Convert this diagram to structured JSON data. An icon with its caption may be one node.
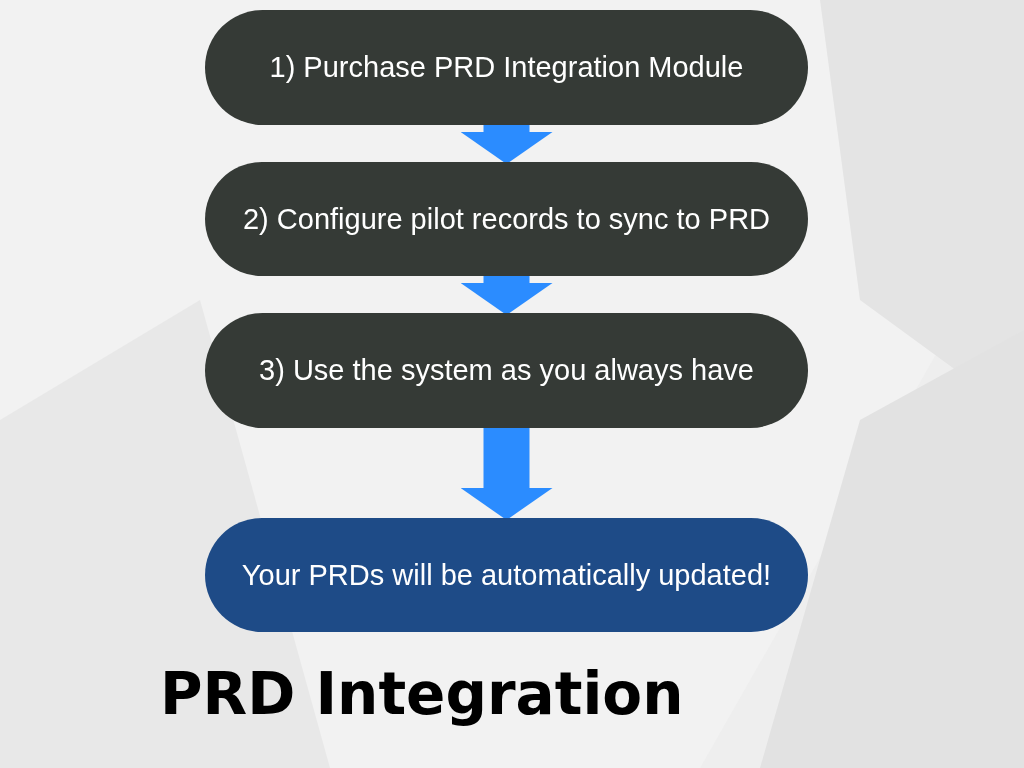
{
  "diagram": {
    "title": "PRD Integration",
    "nodes": [
      {
        "text": [
          "1) Purchase PRD Integration Module"
        ]
      },
      {
        "text": [
          "2) Configure pilot records to sync to PRD"
        ]
      },
      {
        "text": [
          "3) Use the system as you always have"
        ]
      },
      {
        "text": [
          "Your PRDs will be automatically updated!"
        ]
      }
    ],
    "edges": [
      {
        "from": 0,
        "to": 1,
        "arrow": "to"
      },
      {
        "from": 1,
        "to": 2,
        "arrow": "to"
      },
      {
        "from": 2,
        "to": 3,
        "arrow": "to"
      }
    ]
  }
}
